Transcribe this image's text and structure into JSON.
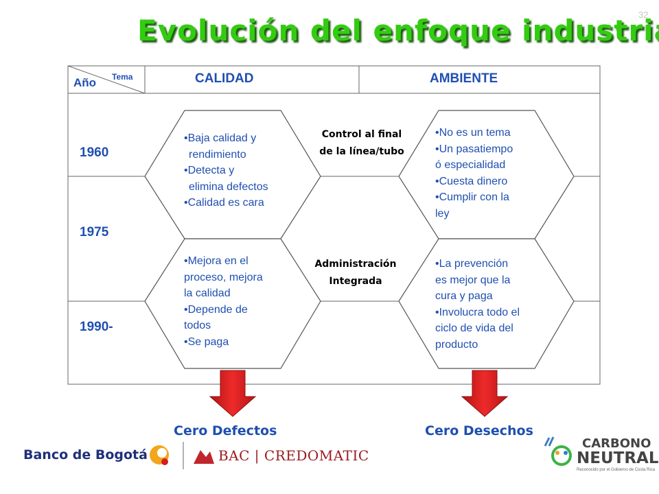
{
  "slide_number": "32",
  "title": "Evolución del enfoque industrial",
  "table": {
    "corner_tema": "Tema",
    "corner_ano": "Año",
    "col_quality": "CALIDAD",
    "col_environment": "AMBIENTE",
    "years": [
      "1960",
      "1975",
      "1990-"
    ]
  },
  "quality_top": [
    "•Baja calidad y",
    "rendimiento",
    "•Detecta y",
    "elimina defectos",
    "•Calidad es cara"
  ],
  "quality_bottom": [
    "•Mejora en el",
    "proceso, mejora",
    "la calidad",
    "•Depende de",
    "todos",
    "•Se paga"
  ],
  "env_top": [
    "•No es un tema",
    "•Un pasatiempo",
    "ó especialidad",
    "•Cuesta dinero",
    "•Cumplir con la",
    "ley"
  ],
  "env_bottom": [
    "•La prevención",
    "es mejor que la",
    "cura y paga",
    "•Involucra todo el",
    "ciclo de vida del",
    "producto"
  ],
  "middle_top": [
    "Control al final",
    "de la línea/tubo"
  ],
  "middle_bottom": [
    "Administración",
    "Integrada"
  ],
  "goals": {
    "quality": "Cero Defectos",
    "environment": "Cero Desechos"
  },
  "logos": {
    "bank": "Banco de Bogotá",
    "bac": "BAC | CREDOMATIC",
    "carbon_line1": "CARBONO",
    "carbon_line2": "NEUTRAL",
    "carbon_note": "Reconocido por el Gobierno de Costa Rica"
  },
  "colors": {
    "title_green": "#33cc11",
    "text_blue": "#1f4fb0",
    "arrow_red": "#e02020"
  }
}
